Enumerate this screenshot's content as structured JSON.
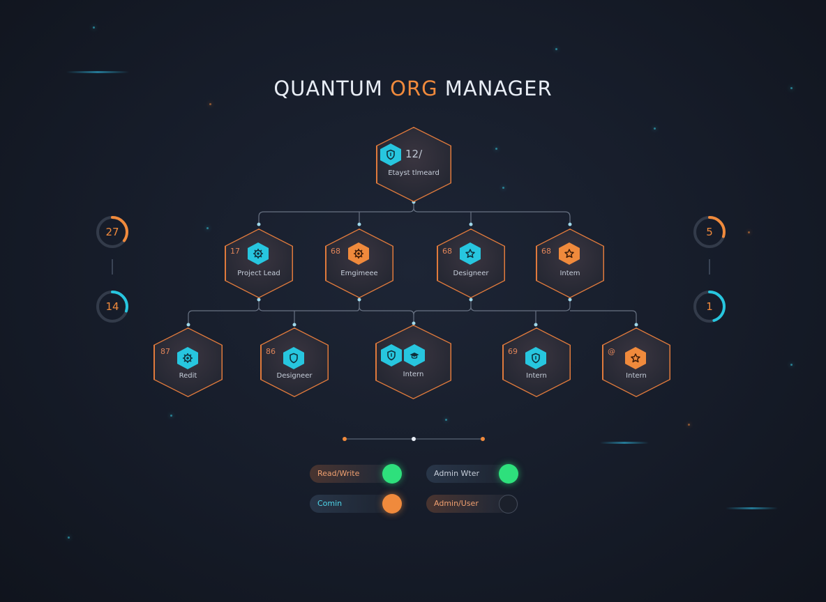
{
  "title": {
    "prefix": "QUANTUM ",
    "accent": "ORG",
    "suffix": " MANAGER"
  },
  "colors": {
    "accent_orange": "#f08a3c",
    "accent_cyan": "#27c6df",
    "toggle_green": "#2ee07c",
    "background": "#161c29"
  },
  "root": {
    "num": "12/",
    "label": "Etayst tlmeard",
    "icon": "shield-icon"
  },
  "level1": [
    {
      "num": "17",
      "label": "Project Lead",
      "icon": "gear-icon",
      "badge": "cyan"
    },
    {
      "num": "68",
      "label": "Emgimeee",
      "icon": "gear-icon",
      "badge": "orange"
    },
    {
      "num": "68",
      "label": "Designeer",
      "icon": "star-icon",
      "badge": "cyan"
    },
    {
      "num": "68",
      "label": "Intem",
      "icon": "star-icon",
      "badge": "orange"
    }
  ],
  "level2": [
    {
      "num": "87",
      "label": "Redit",
      "icon": "gear-icon",
      "badge": "cyan"
    },
    {
      "num": "86",
      "label": "Designeer",
      "icon": "shield-icon",
      "badge": "cyan"
    },
    {
      "num": "",
      "label": "Intern",
      "icon": "shield-icon",
      "badge": "cyan"
    },
    {
      "num": "69",
      "label": "Intern",
      "icon": "shield-icon",
      "badge": "cyan"
    },
    {
      "num": "@",
      "label": "Intern",
      "icon": "star-icon",
      "badge": "orange"
    }
  ],
  "stats_left": [
    {
      "value": "27",
      "color": "#f08a3c",
      "fraction": 0.35
    },
    {
      "value": "14",
      "color": "#27c6df",
      "fraction": 0.3
    }
  ],
  "stats_right": [
    {
      "value": "5",
      "color": "#f08a3c",
      "fraction": 0.3
    },
    {
      "value": "1",
      "color": "#27c6df",
      "fraction": 0.45
    }
  ],
  "toggles": [
    {
      "label": "Read/Write",
      "state": "on",
      "knob": "green"
    },
    {
      "label": "Admin Wter",
      "state": "on",
      "knob": "green"
    },
    {
      "label": "Comin",
      "state": "on",
      "knob": "orange"
    },
    {
      "label": "Admin/User",
      "state": "off",
      "knob": "off"
    }
  ]
}
